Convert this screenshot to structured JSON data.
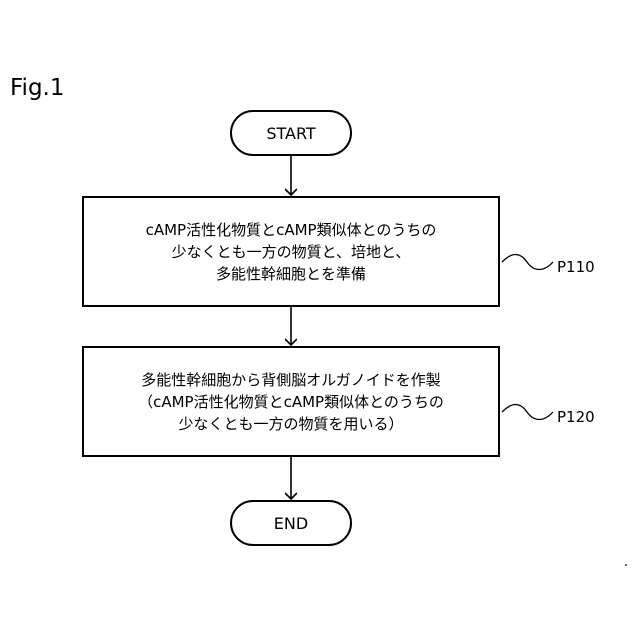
{
  "figure_label": "Fig.1",
  "start": {
    "label": "START"
  },
  "end": {
    "label": "END"
  },
  "steps": [
    {
      "ref": "P110",
      "lines": [
        "cAMP活性化物質とcAMP類似体とのうちの",
        "少なくとも一方の物質と、培地と、",
        "多能性幹細胞とを準備"
      ]
    },
    {
      "ref": "P120",
      "lines": [
        "多能性幹細胞から背側脳オルガノイドを作製",
        "（cAMP活性化物質とcAMP類似体とのうちの",
        "少なくとも一方の物質を用いる）"
      ]
    }
  ]
}
